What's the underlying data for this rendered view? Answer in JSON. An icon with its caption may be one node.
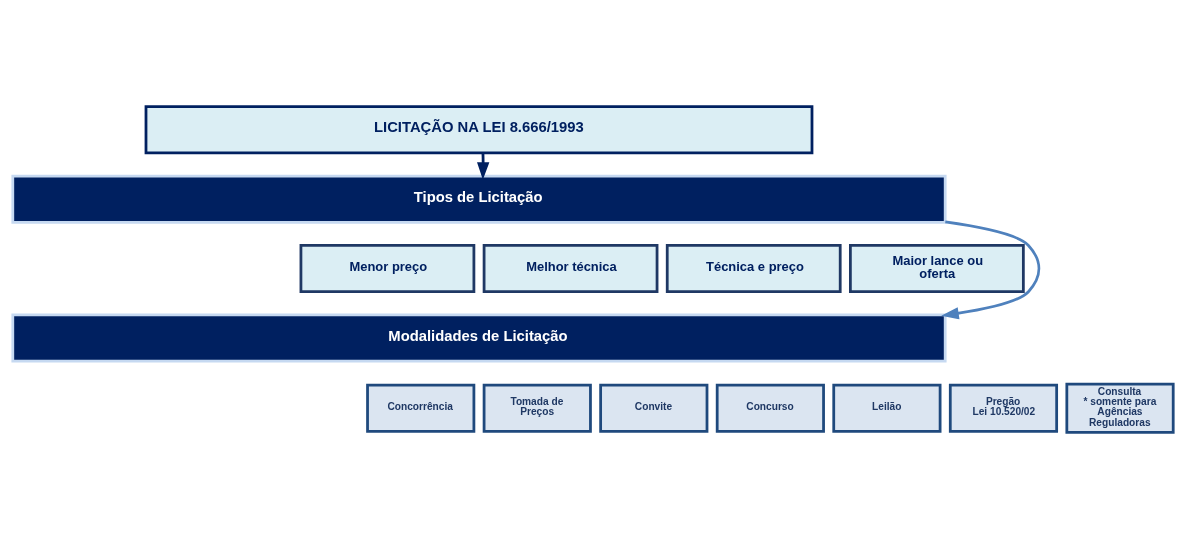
{
  "diagram": {
    "nodes": [
      {
        "text": [
          "LICITAÇÃO NA LEI 8.666/1993"
        ]
      },
      {
        "text": [
          "Tipos de Licitação"
        ]
      },
      {
        "text": [
          "Menor preço"
        ]
      },
      {
        "text": [
          "Melhor técnica"
        ]
      },
      {
        "text": [
          "Técnica e preço"
        ]
      },
      {
        "text": [
          "Maior lance ou oferta"
        ]
      },
      {
        "text": [
          "Modalidades de Licitação"
        ]
      },
      {
        "text": [
          "Concorrência"
        ]
      },
      {
        "text": [
          "Tomada de Preços"
        ]
      },
      {
        "text": [
          "Convite"
        ]
      },
      {
        "text": [
          "Concurso"
        ]
      },
      {
        "text": [
          "Leilão"
        ]
      },
      {
        "text": [
          "Pregão",
          "Lei 10.520/02"
        ]
      },
      {
        "text": [
          "Consulta",
          "* somente para Agências Reguladoras"
        ]
      }
    ],
    "edges": [
      {
        "from": 0,
        "to": 1,
        "arrow": "to",
        "color": "#002060"
      },
      {
        "from": 1,
        "to": 6,
        "arrow": "to",
        "color": "#4f81bd"
      }
    ]
  }
}
